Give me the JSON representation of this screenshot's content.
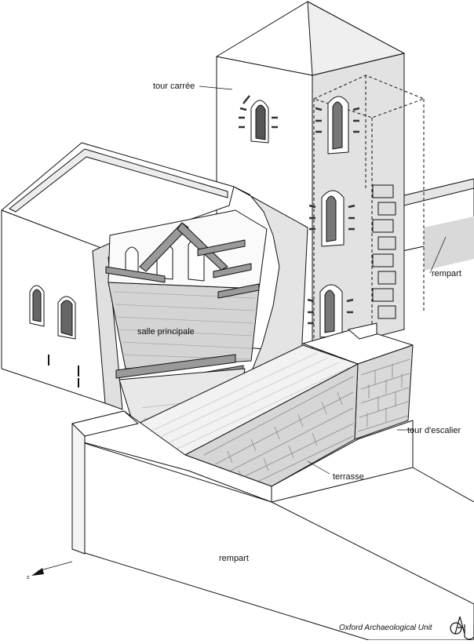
{
  "labels": {
    "tour_carree": "tour carrée",
    "rempart_right": "rempart",
    "salle_principale": "salle principale",
    "tour_escalier": "tour d'escalier",
    "terrasse": "terrasse",
    "rempart_front": "rempart"
  },
  "credit": "Oxford Archaeological Unit",
  "logo_letters": "OAU",
  "north_arrow_letter": "z",
  "colors": {
    "line": "#111111",
    "wall_white": "#ffffff",
    "shade_light": "#e9e9e9",
    "shade_mid": "#d2d2d2",
    "shade_dark": "#8c8c8c"
  }
}
